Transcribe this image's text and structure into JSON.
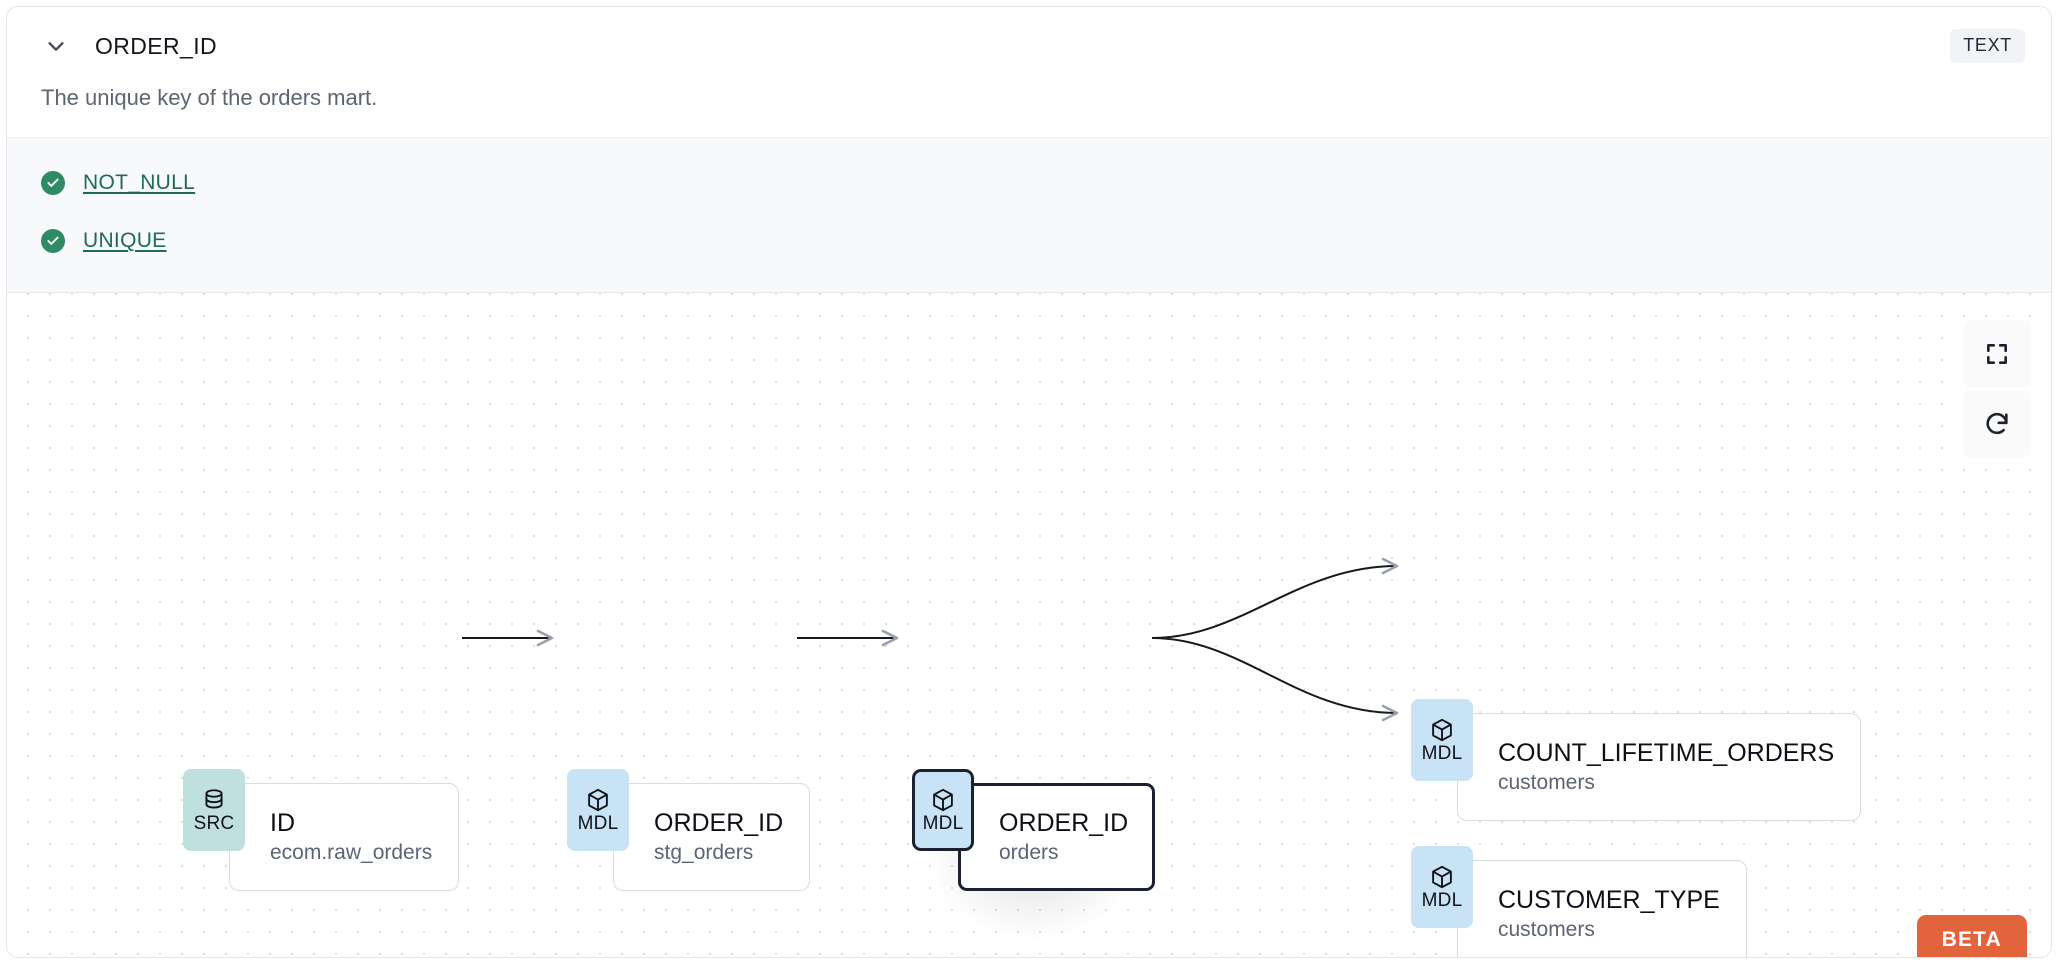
{
  "header": {
    "chevron_icon": "chevron-down-icon",
    "column_name": "ORDER_ID",
    "data_type_badge": "TEXT"
  },
  "description": "The unique key of the orders mart.",
  "tests": {
    "items": [
      {
        "status_icon": "check-circle-icon",
        "label": "NOT_NULL",
        "status": "passing"
      },
      {
        "status_icon": "check-circle-icon",
        "label": "UNIQUE",
        "status": "passing"
      }
    ]
  },
  "lineage": {
    "nodes": [
      {
        "id": "src",
        "badge": "SRC",
        "badge_icon": "database-icon",
        "name": "ID",
        "resource": "ecom.raw_orders",
        "selected": false
      },
      {
        "id": "stg",
        "badge": "MDL",
        "badge_icon": "cube-icon",
        "name": "ORDER_ID",
        "resource": "stg_orders",
        "selected": false
      },
      {
        "id": "orders",
        "badge": "MDL",
        "badge_icon": "cube-icon",
        "name": "ORDER_ID",
        "resource": "orders",
        "selected": true
      },
      {
        "id": "count",
        "badge": "MDL",
        "badge_icon": "cube-icon",
        "name": "COUNT_LIFETIME_ORDERS",
        "resource": "customers",
        "selected": false
      },
      {
        "id": "custtype",
        "badge": "MDL",
        "badge_icon": "cube-icon",
        "name": "CUSTOMER_TYPE",
        "resource": "customers",
        "selected": false
      }
    ],
    "controls": [
      {
        "name": "fit-view-button",
        "icon": "fullscreen-icon"
      },
      {
        "name": "reset-button",
        "icon": "refresh-icon"
      }
    ],
    "beta_badge": "BETA"
  },
  "colors": {
    "badge_mdl": "#c8e3f5",
    "badge_src": "#bfe0de",
    "test_pass": "#2e8b63",
    "test_link": "#1e6b5e",
    "beta": "#e2643c",
    "selected_border": "#1b2130"
  }
}
